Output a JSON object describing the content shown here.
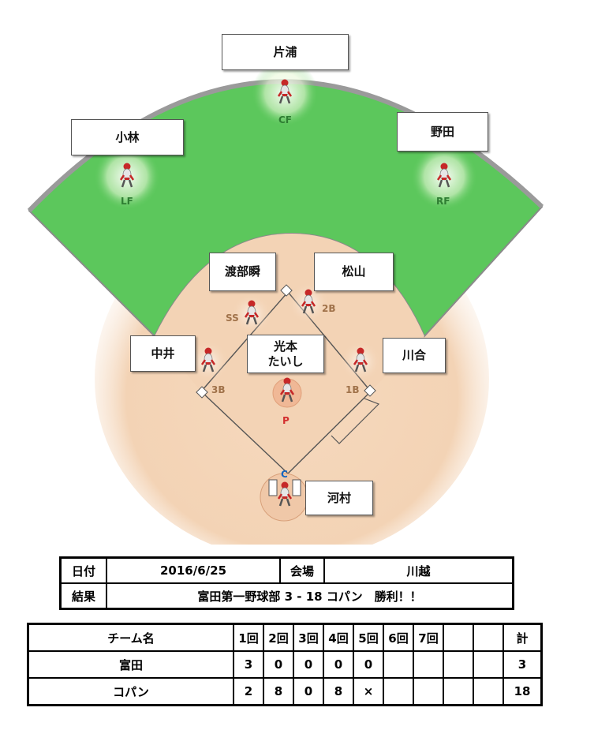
{
  "players": [
    {
      "id": "cf",
      "name": "片浦",
      "position": "CF"
    },
    {
      "id": "lf",
      "name": "小林",
      "position": "LF"
    },
    {
      "id": "rf",
      "name": "野田",
      "position": "RF"
    },
    {
      "id": "ss",
      "name": "渡部瞬",
      "position": "SS"
    },
    {
      "id": "2b",
      "name": "松山",
      "position": "2B"
    },
    {
      "id": "3b",
      "name": "中井",
      "position": "3B"
    },
    {
      "id": "p",
      "name_line1": "光本",
      "name_line2": "たいし",
      "position": "P"
    },
    {
      "id": "1b",
      "name": "川合",
      "position": "1B"
    },
    {
      "id": "c",
      "name": "河村",
      "position": "C"
    }
  ],
  "info": {
    "date_label": "日付",
    "date": "2016/6/25",
    "venue_label": "会場",
    "venue": "川越",
    "result_label": "結果",
    "result": "富田第一野球部 3 - 18 コパン　勝利！！"
  },
  "scoreboard": {
    "team_header": "チーム名",
    "innings": [
      "1回",
      "2回",
      "3回",
      "4回",
      "5回",
      "6回",
      "7回",
      "",
      ""
    ],
    "total_header": "計",
    "rows": [
      {
        "team": "富田",
        "scores": [
          "3",
          "0",
          "0",
          "0",
          "0",
          "",
          "",
          "",
          ""
        ],
        "total": "3"
      },
      {
        "team": "コパン",
        "scores": [
          "2",
          "8",
          "0",
          "8",
          "×",
          "",
          "",
          "",
          ""
        ],
        "total": "18"
      }
    ]
  },
  "colors": {
    "outfield": "#5cc75c",
    "infield_dirt": "#f3d3b5",
    "fence": "#9a9a9a"
  }
}
